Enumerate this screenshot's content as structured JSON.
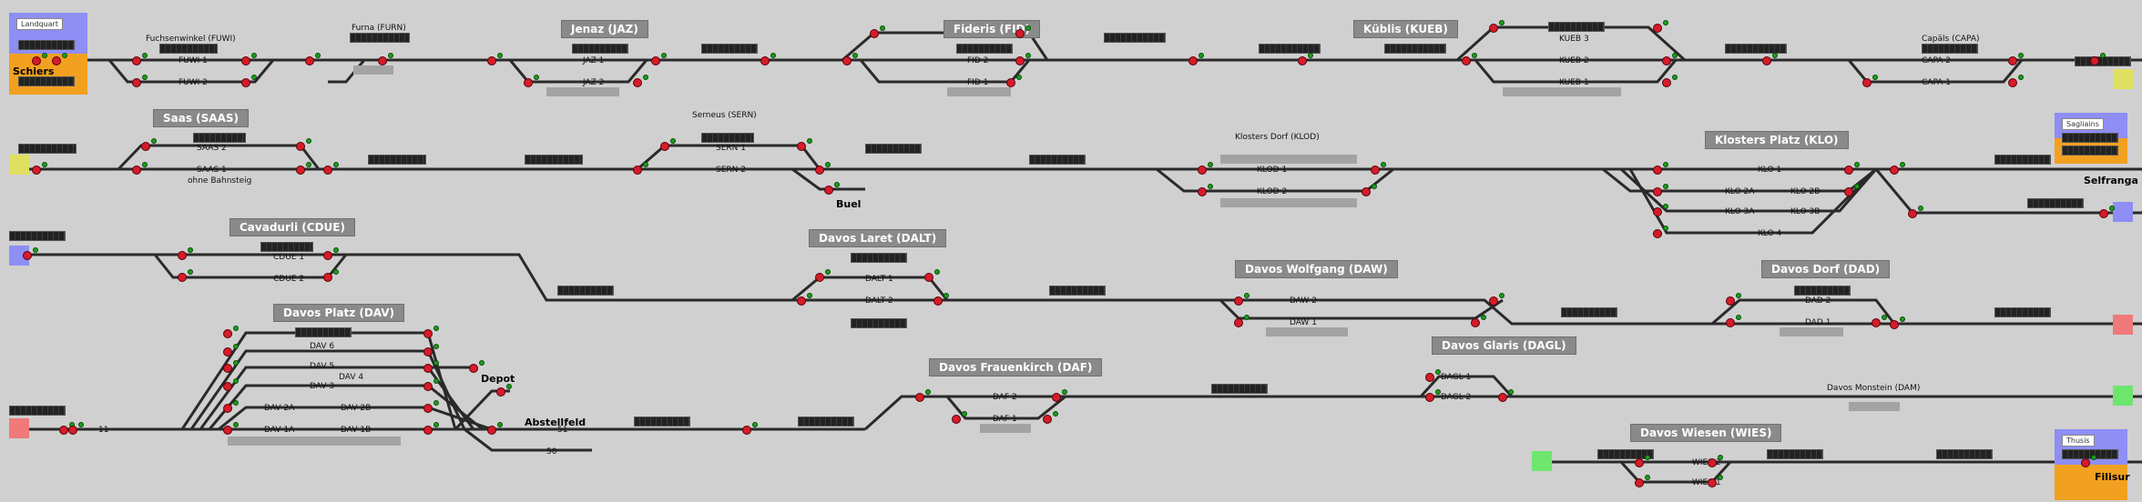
{
  "endpoints": {
    "schiers": {
      "name": "Schiers",
      "card": "Landquart"
    },
    "filisur": {
      "name": "Filisur",
      "card": "Thusis"
    },
    "selfranga": {
      "name": "Selfranga",
      "card": "Sagliains"
    },
    "colors": {
      "blue": "#8e8ef5",
      "orange": "#f2a020",
      "yellow": "#e0e060",
      "red": "#f07a7a",
      "green": "#6ee66e"
    }
  },
  "stations": {
    "fuwi": "Fuchsenwinkel (FUWI)",
    "furn": "Furna (FURN)",
    "jaz": "Jenaz (JAZ)",
    "fid": "Fideris (FID)",
    "kueb": "Küblis (KUEB)",
    "capa": "Capäls (CAPA)",
    "saas": "Saas (SAAS)",
    "saas_note": "ohne Bahnsteig",
    "sern": "Serneus (SERN)",
    "klod": "Klosters Dorf (KLOD)",
    "klo": "Klosters Platz (KLO)",
    "cdue": "Cavadurli (CDUE)",
    "dalt": "Davos Laret (DALT)",
    "daw": "Davos Wolfgang (DAW)",
    "dad": "Davos Dorf (DAD)",
    "dav": "Davos Platz (DAV)",
    "daf": "Davos Frauenkirch (DAF)",
    "dagl": "Davos Glaris (DAGL)",
    "dam": "Davos Monstein (DAM)",
    "wies": "Davos Wiesen (WIES)"
  },
  "places": {
    "buel": "Buel",
    "depot": "Depot",
    "abstellfeld": "Abstellfeld"
  },
  "tracks": {
    "fuwi1": "FUWI 1",
    "fuwi2": "FUWI 2",
    "jaz1": "JAZ 1",
    "jaz2": "JAZ 2",
    "fid1": "FID 1",
    "fid2": "FID 2",
    "kueb1": "KUEB 1",
    "kueb2": "KUEB 2",
    "kueb3": "KUEB 3",
    "capa1": "CAPA 1",
    "capa2": "CAPA 2",
    "saas1": "SAAS 1",
    "saas2": "SAAS 2",
    "sern1": "SERN 1",
    "sern2": "SERN 2",
    "klod1": "KLOD 1",
    "klod2": "KLOD 2",
    "klo1": "KLO 1",
    "klo2a": "KLO 2A",
    "klo2b": "KLO 2B",
    "klo3a": "KLO 3A",
    "klo3b": "KLO 3B",
    "klo4": "KLO 4",
    "cdue1": "CDUE 1",
    "cdue2": "CDUE 2",
    "dalt1": "DALT 1",
    "dalt2": "DALT 2",
    "daw1": "DAW 1",
    "daw2": "DAW 2",
    "dad1": "DAD 1",
    "dad2": "DAD 2",
    "dav1a": "DAV 1A",
    "dav1b": "DAV 1B",
    "dav2a": "DAV 2A",
    "dav2b": "DAV 2B",
    "dav3": "DAV 3",
    "dav4": "DAV 4",
    "dav5": "DAV 5",
    "dav6": "DAV 6",
    "daf1": "DAF 1",
    "daf2": "DAF 2",
    "dagl1": "DAGL 1",
    "dagl2": "DAGL 2",
    "wies1": "WIES 1",
    "wies2": "WIES 2"
  },
  "numbers": {
    "n11": "11",
    "n51": "51",
    "n50": "50"
  }
}
